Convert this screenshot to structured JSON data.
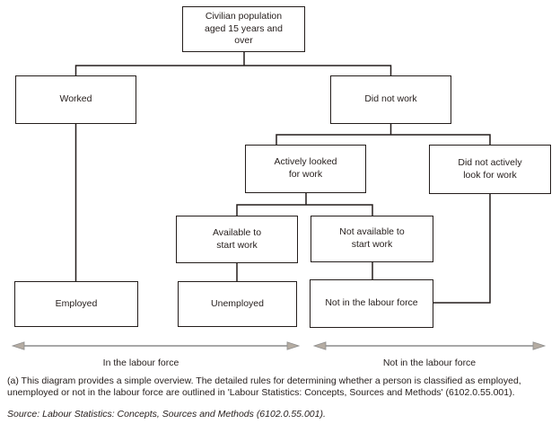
{
  "diagram": {
    "nodes": {
      "civilian": {
        "label": "Civilian population\naged 15 years and\nover"
      },
      "worked": {
        "label": "Worked"
      },
      "did_not_work": {
        "label": "Did not work"
      },
      "actively_looked": {
        "label": "Actively looked\nfor work"
      },
      "did_not_actively_look": {
        "label": "Did not actively\nlook for work"
      },
      "available": {
        "label": "Available to\nstart work"
      },
      "not_available": {
        "label": "Not available to\nstart work"
      },
      "employed": {
        "label": "Employed"
      },
      "unemployed": {
        "label": "Unemployed"
      },
      "not_in_labour_force": {
        "label": "Not in the labour force"
      }
    },
    "arrows": {
      "in_labour_force": {
        "label": "In the labour force"
      },
      "not_in_labour_force": {
        "label": "Not in the labour force"
      }
    },
    "footnote_a": "(a) This diagram provides a simple overview. The detailed rules for determining whether a person is classified as employed, unemployed or not in the labour force are outlined in 'Labour Statistics: Concepts, Sources and Methods' (6102.0.55.001).",
    "source_line": "Source: Labour Statistics: Concepts, Sources and Methods (6102.0.55.001)."
  },
  "colors": {
    "line": "#241d1b",
    "arrow_line": "#8c8c8c",
    "arrow_head": "#b5aca2",
    "text": "#241d1b"
  }
}
